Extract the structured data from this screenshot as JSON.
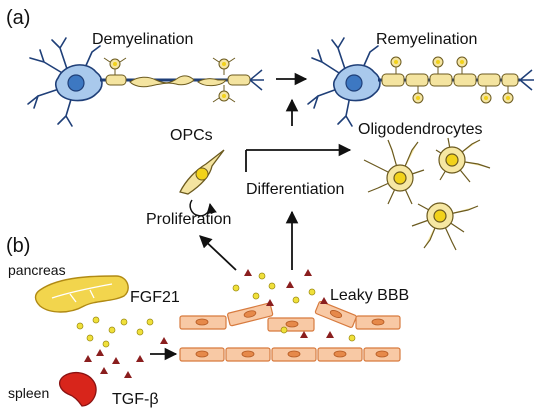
{
  "panels": {
    "a": "(a)",
    "b": "(b)"
  },
  "labels": {
    "demyelination": "Demyelination",
    "remyelination": "Remyelination",
    "opcs": "OPCs",
    "oligodendrocytes": "Oligodendrocytes",
    "differentiation": "Differentiation",
    "proliferation": "Proliferation",
    "pancreas": "pancreas",
    "fgf21": "FGF21",
    "leaky_bbb": "Leaky BBB",
    "spleen": "spleen",
    "tgf_beta": "TGF-β"
  },
  "colors": {
    "neuron_body": "#5b9ad6",
    "neuron_fill": "#a9c9ec",
    "myelin": "#f4e4a0",
    "oligo_fill": "#f6e7a3",
    "oligo_nucleus": "#f2d21a",
    "vessel_fill": "#f8c9a5",
    "vessel_stroke": "#d77b3f",
    "nucleus": "#e6894a",
    "fgf21_dot": "#f0e03a",
    "tgf_triangle": "#8a1e1e",
    "pancreas": "#f2d54d",
    "spleen": "#d8251b"
  }
}
